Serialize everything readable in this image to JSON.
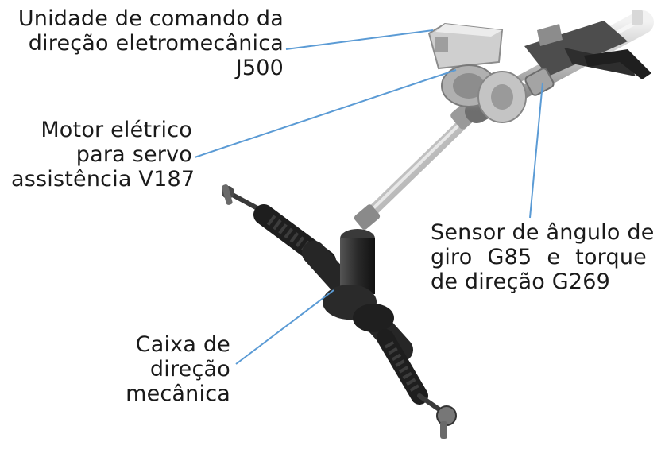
{
  "labels": {
    "control_unit": {
      "lines": [
        "Unidade de comando da",
        "direção eletromecânica",
        "J500"
      ]
    },
    "motor": {
      "lines": [
        "Motor elétrico",
        "para servo",
        "assistência V187"
      ]
    },
    "sensor": {
      "line1": "Sensor de ângulo de",
      "line2_words": [
        "giro",
        "G85",
        "e",
        "torque"
      ],
      "line3": "de direção G269"
    },
    "gearbox": {
      "lines": [
        "Caixa de",
        "direção",
        "mecânica"
      ]
    }
  },
  "colors": {
    "leader_line": "#5b9bd5",
    "text": "#1a1a1a",
    "metal_light": "#e6e6e6",
    "metal_mid": "#a9a9a9",
    "metal_dark": "#2b2b2b"
  }
}
